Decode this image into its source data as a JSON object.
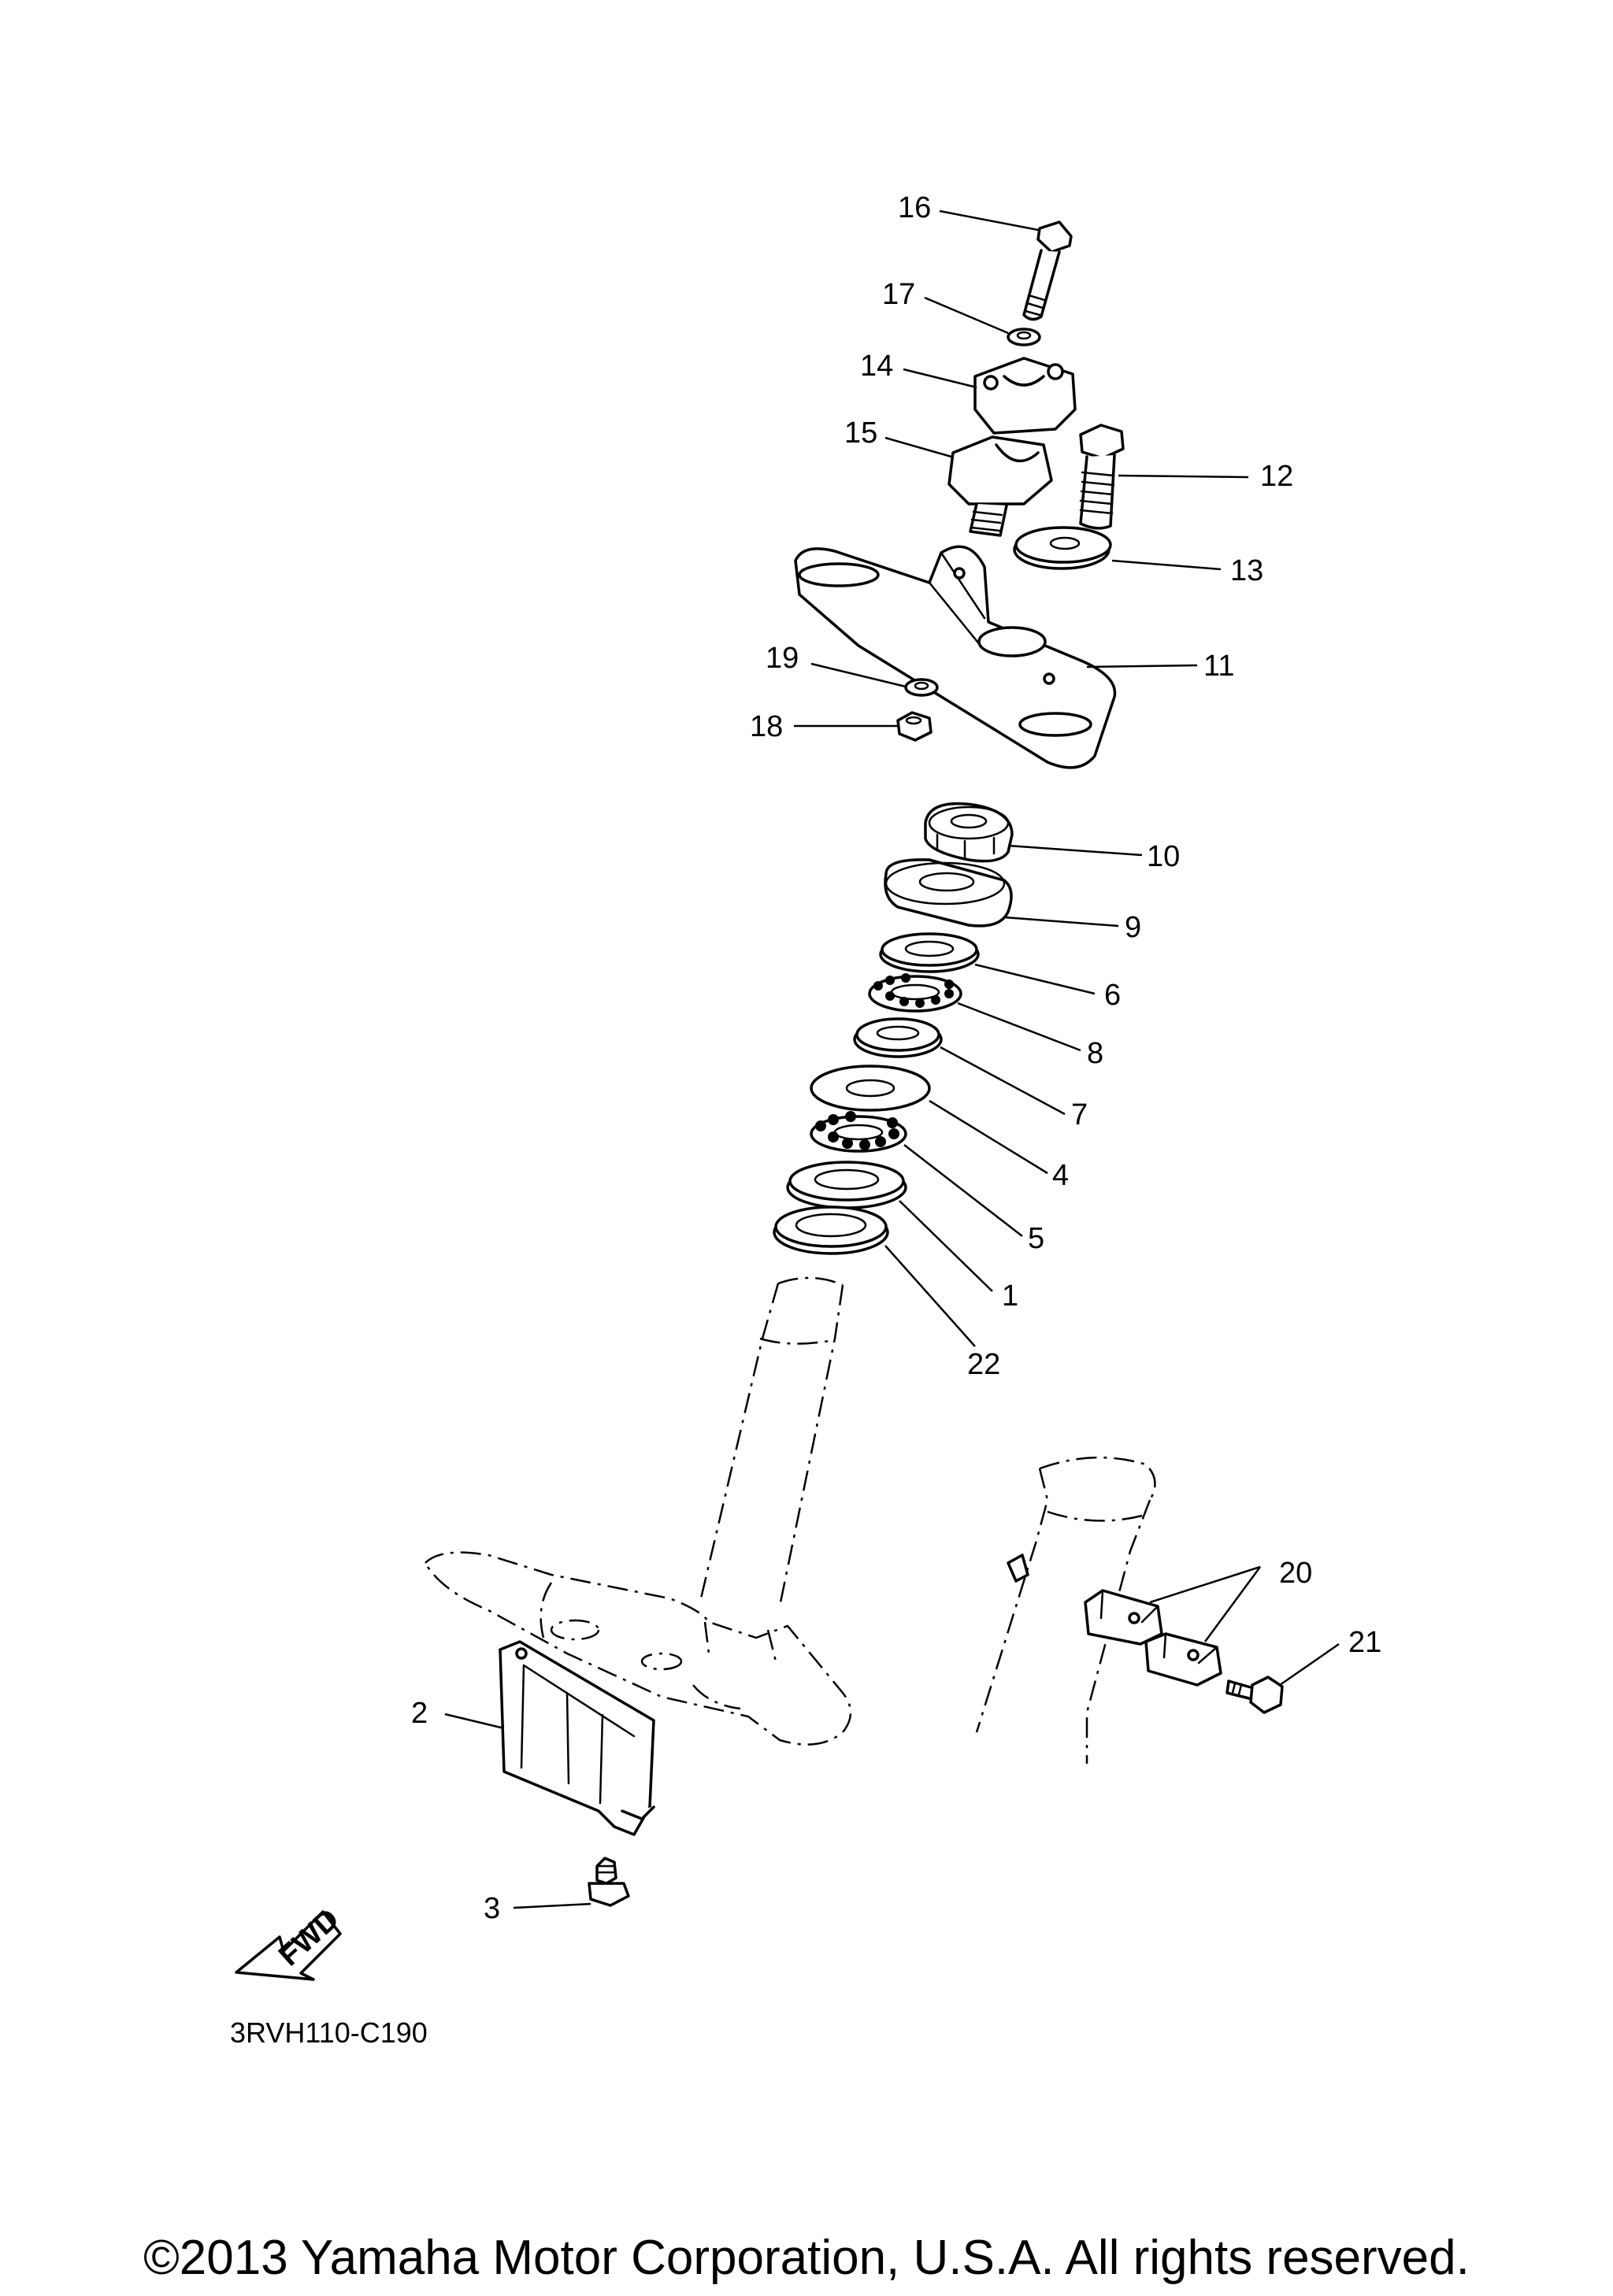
{
  "callouts": [
    {
      "id": "label-16",
      "text": "16"
    },
    {
      "id": "label-17",
      "text": "17"
    },
    {
      "id": "label-14",
      "text": "14"
    },
    {
      "id": "label-15",
      "text": "15"
    },
    {
      "id": "label-12",
      "text": "12"
    },
    {
      "id": "label-13",
      "text": "13"
    },
    {
      "id": "label-11",
      "text": "11"
    },
    {
      "id": "label-19",
      "text": "19"
    },
    {
      "id": "label-18",
      "text": "18"
    },
    {
      "id": "label-10",
      "text": "10"
    },
    {
      "id": "label-9",
      "text": "9"
    },
    {
      "id": "label-6",
      "text": "6"
    },
    {
      "id": "label-8",
      "text": "8"
    },
    {
      "id": "label-7",
      "text": "7"
    },
    {
      "id": "label-4",
      "text": "4"
    },
    {
      "id": "label-5",
      "text": "5"
    },
    {
      "id": "label-1",
      "text": "1"
    },
    {
      "id": "label-22",
      "text": "22"
    },
    {
      "id": "label-20",
      "text": "20"
    },
    {
      "id": "label-21",
      "text": "21"
    },
    {
      "id": "label-2",
      "text": "2"
    },
    {
      "id": "label-3",
      "text": "3"
    }
  ],
  "fwd_arrow_text": "FWD",
  "diagram_code": "3RVH110-C190",
  "copyright": "©2013 Yamaha Motor Corporation, U.S.A. All rights reserved."
}
